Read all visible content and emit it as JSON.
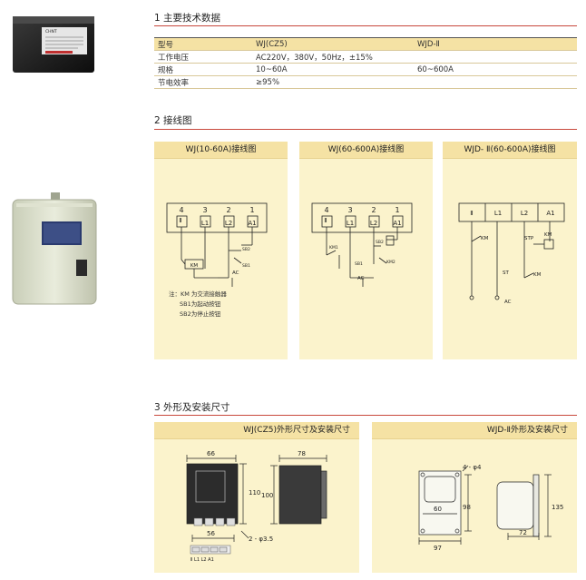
{
  "sections": {
    "s1": "1  主要技术数据",
    "s2": "2  接线图",
    "s3": "3  外形及安装尺寸"
  },
  "spec_table": {
    "rows": [
      [
        "型号",
        "WJ(CZ5)",
        "WJD-Ⅱ"
      ],
      [
        "工作电压",
        "AC220V，380V，50Hz，±15%",
        ""
      ],
      [
        "规格",
        "10~60A",
        "60~600A"
      ],
      [
        "节电效率",
        "≥95%",
        ""
      ]
    ]
  },
  "product_label": "CHNT",
  "wiring": {
    "panel1_title": "WJ(10-60A)接线图",
    "panel2_title": "WJ(60-600A)接线图",
    "panel3_title": "WJD- Ⅱ(60-600A)接线图",
    "terminal_numbers": [
      "4",
      "3",
      "2",
      "1"
    ],
    "terminal_labels": [
      "Ⅱ",
      "L1",
      "L2",
      "A1"
    ],
    "km": "KM",
    "km1": "KM1",
    "km2": "KM2",
    "sb1": "SB1",
    "sb2": "SB2",
    "stp": "STP",
    "st": "ST",
    "ac": "AC",
    "notes": [
      "注：KM 为交流接触器",
      "SB1为起动按钮",
      "SB2为停止按钮"
    ]
  },
  "dimensions": {
    "panel1_title": "WJ(CZ5)外形尺寸及安装尺寸",
    "panel2_title": "WJD-Ⅱ外形及安装尺寸",
    "d66": "66",
    "d78": "78",
    "d110": "110",
    "d100": "100",
    "d56": "56",
    "hole1": "2 - φ3.5",
    "bottom_terminals": "Ⅱ L1 L2 A1",
    "hole2": "4 - φ4",
    "d60": "60",
    "d98": "98",
    "d97": "97",
    "d72": "72",
    "d135": "135"
  }
}
